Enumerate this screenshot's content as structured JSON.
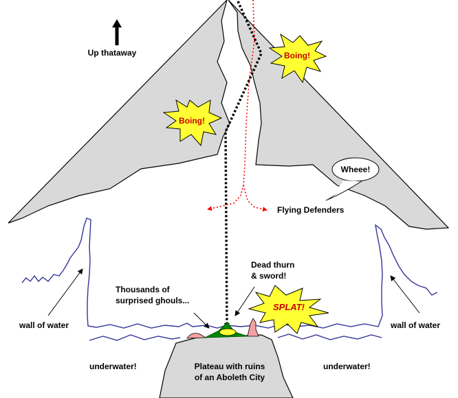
{
  "labels": {
    "up": "Up thataway",
    "boing_right": "Boing!",
    "boing_left": "Boing!",
    "wheee": "Wheee!",
    "flying_defenders": "Flying Defenders",
    "dead_thurn_1": "Dead thurn",
    "dead_thurn_2": "& sword!",
    "ghouls_1": "Thousands of",
    "ghouls_2": "surprised ghouls...",
    "splat": "SPLAT!",
    "wall_left": "wall of water",
    "wall_right": "wall of water",
    "underwater_left": "underwater!",
    "underwater_right": "underwater!",
    "plateau_1": "Plateau with ruins",
    "plateau_2": "of an Aboleth City"
  },
  "colors": {
    "rock": "#d9d9d9",
    "water_line": "#333399",
    "burst_fill": "#ffff33",
    "burst_text": "#cc0000",
    "path_red": "#ff0000",
    "splat_green": "#33cc33",
    "ghoul_pink": "#f4a0a0",
    "victim_yellow": "#ffff33",
    "dark_green": "#006600"
  }
}
